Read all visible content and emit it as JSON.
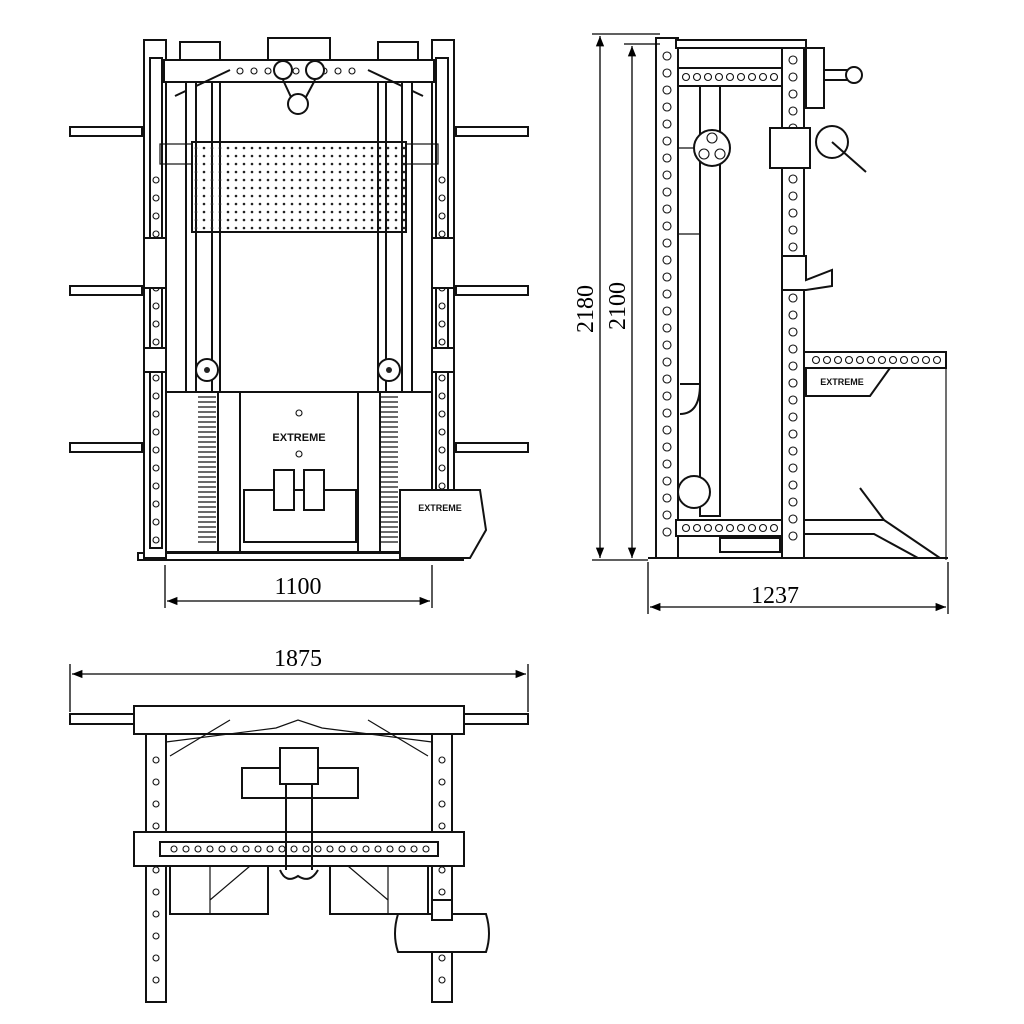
{
  "dimensions": {
    "front_width": "1100",
    "side_depth": "1237",
    "total_height": "2180",
    "upright_height": "2100",
    "top_width": "1875"
  },
  "brand": {
    "logo_text": "EXTREME"
  },
  "views": [
    "front-view",
    "side-view",
    "top-view"
  ],
  "colors": {
    "line": "#111111",
    "background": "#ffffff"
  }
}
